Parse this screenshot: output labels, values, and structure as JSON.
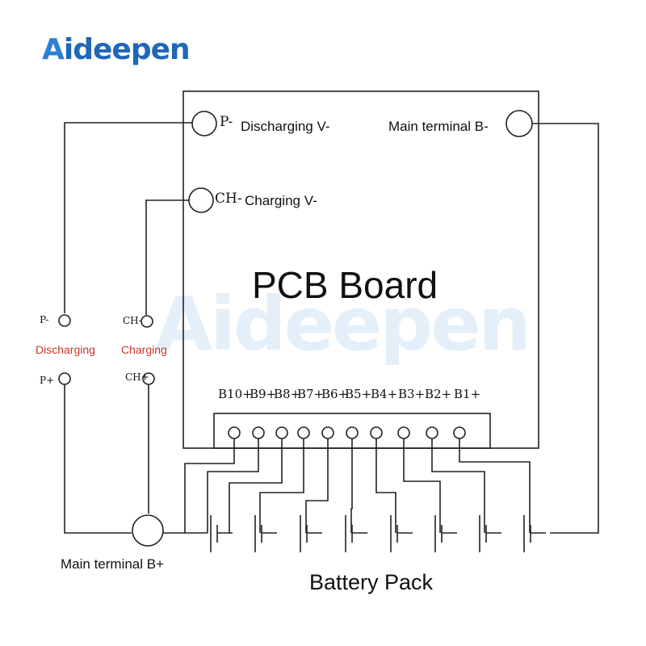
{
  "logo": {
    "initial": "A",
    "rest": "ideepen"
  },
  "watermark": "Aideepen",
  "board": {
    "title": "PCB Board",
    "p_symbol": "P-",
    "p_label": "Discharging V-",
    "ch_symbol": "CH-",
    "ch_label": "Charging V-",
    "main_b_minus": "Main terminal B-"
  },
  "left_terminals": {
    "p_minus": "P-",
    "discharging": "Discharging",
    "ch_minus": "CH-",
    "charging": "Charging",
    "p_plus": "P+",
    "ch_plus": "CH+"
  },
  "cell_taps": [
    "B10+",
    "B9+",
    "B8+",
    "B7+",
    "B6+",
    "B5+",
    "B4+",
    "B3+",
    "B2+",
    "B1+"
  ],
  "main_b_plus": "Main terminal B+",
  "battery_pack": "Battery Pack",
  "colors": {
    "logo_blue": "#1f67b8",
    "label_red": "#c0392b",
    "line": "#222222"
  }
}
